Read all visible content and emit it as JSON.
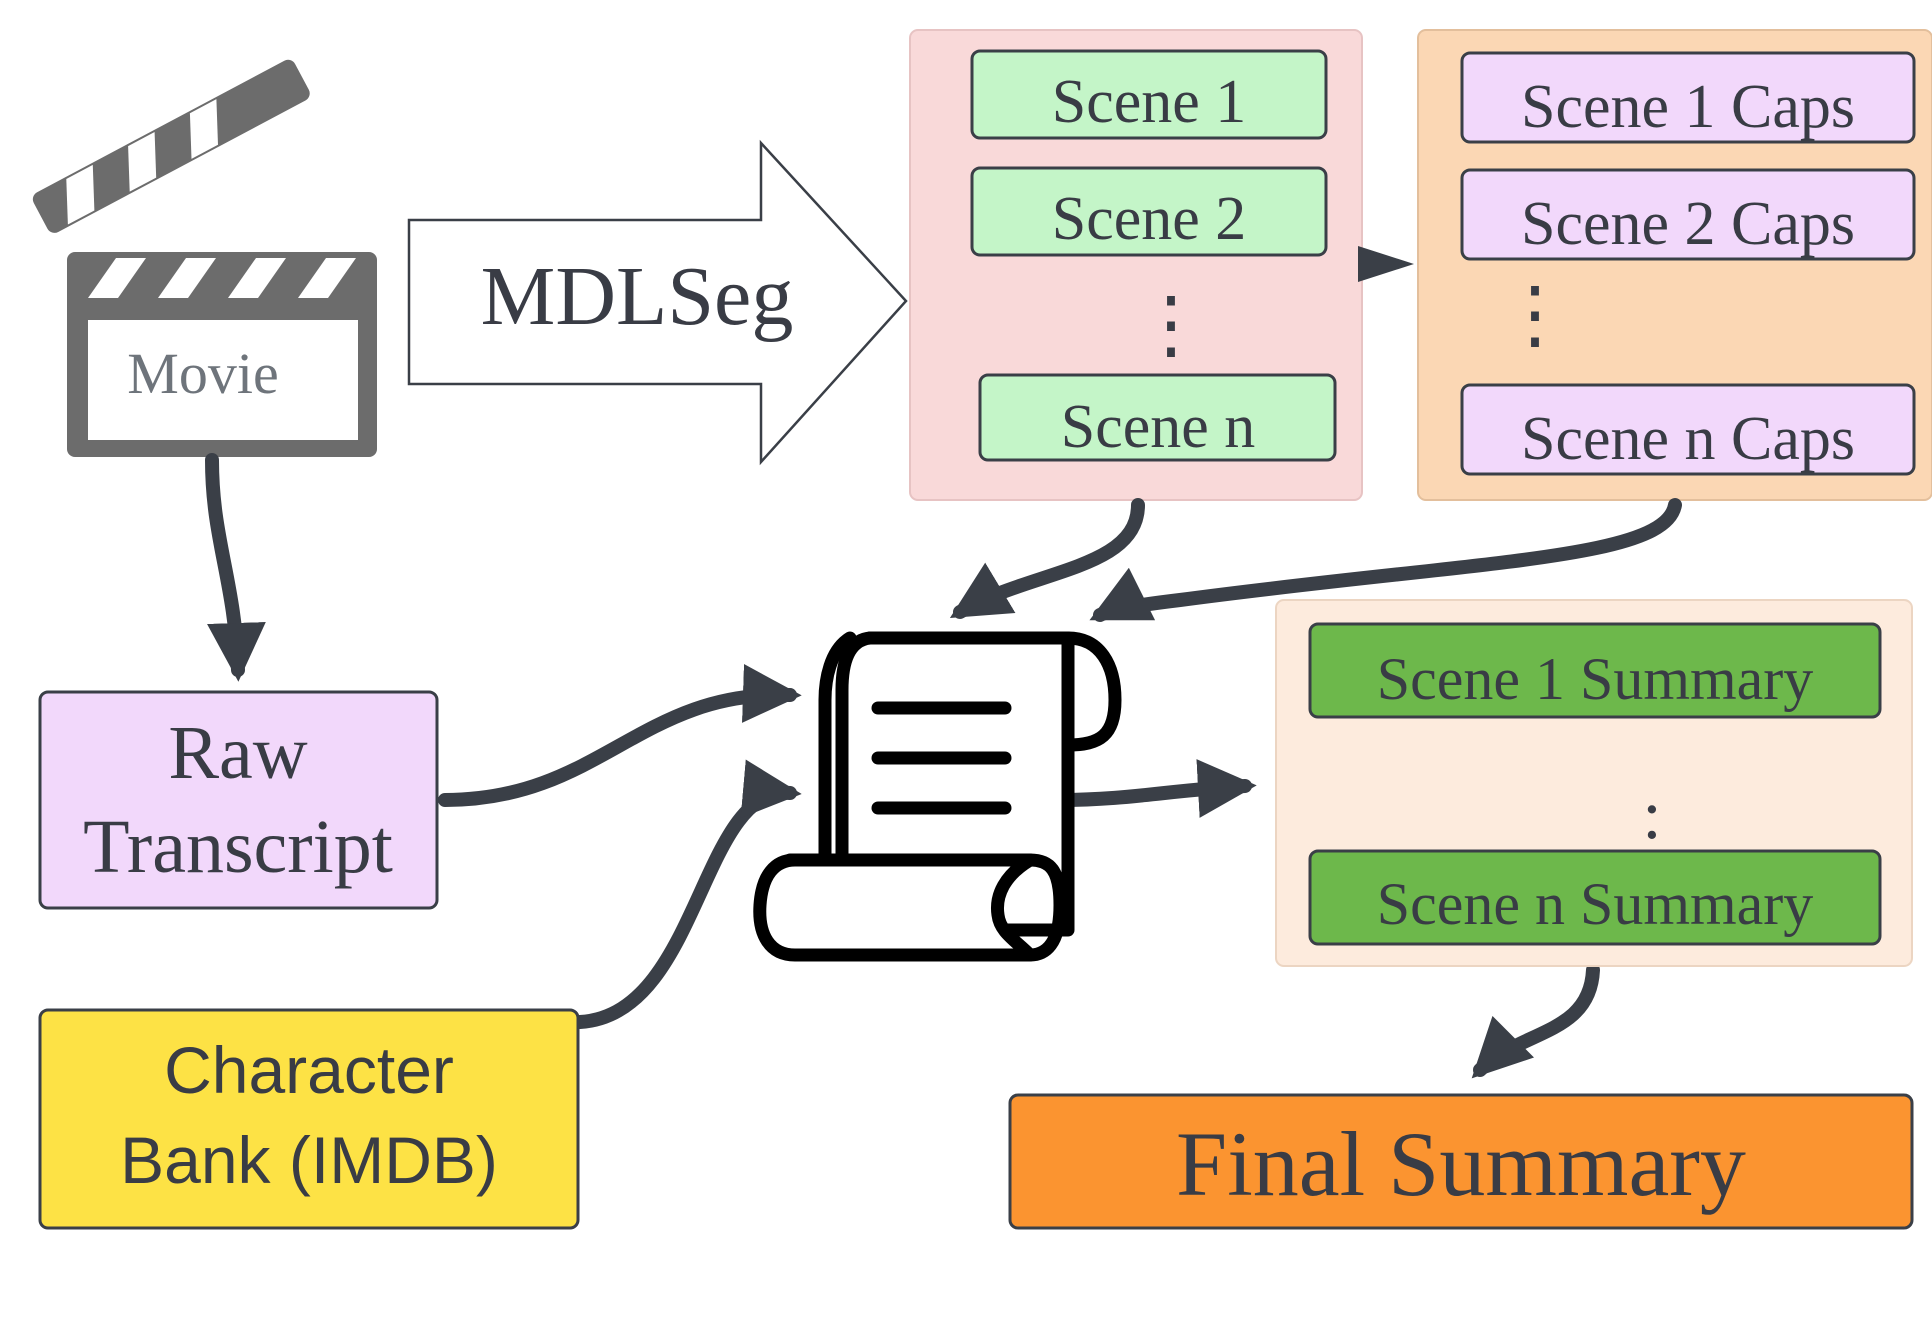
{
  "movie": {
    "label": "Movie",
    "icon": "clapperboard-icon"
  },
  "segmenter": {
    "label": "MDLSeg"
  },
  "scenes": {
    "items": [
      "Scene 1",
      "Scene 2",
      "Scene n"
    ],
    "ellipsis": "⋮"
  },
  "captions": {
    "items": [
      "Scene 1 Caps",
      "Scene 2 Caps",
      "Scene n Caps"
    ],
    "ellipsis": "⋮"
  },
  "raw_transcript": {
    "line1": "Raw",
    "line2": "Transcript"
  },
  "character_bank": {
    "line1": "Character",
    "line2": "Bank (IMDB)"
  },
  "script_icon": {
    "icon": "script-scroll-icon"
  },
  "summaries": {
    "items": [
      "Scene 1 Summary",
      "Scene n Summary"
    ],
    "ellipsis": ":"
  },
  "final_summary": {
    "label": "Final Summary"
  },
  "colors": {
    "scenes_panel": "#f9d9d9",
    "scene_box": "#c4f5c8",
    "captions_panel": "#fbd7b4",
    "caption_box": "#f2d8fb",
    "raw_transcript": "#f2d8fb",
    "character_bank": "#fde245",
    "summaries_panel": "#fdebdd",
    "summary_box": "#6db84b",
    "final_summary": "#fb9430",
    "arrow": "#3a3f47",
    "text": "#393c45"
  }
}
